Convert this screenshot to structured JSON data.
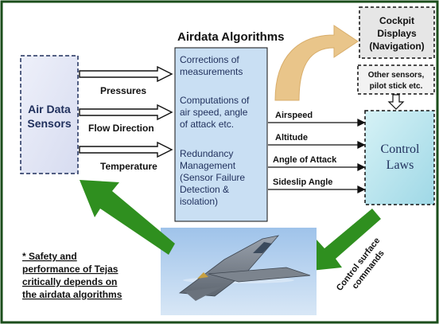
{
  "title": "Airdata Algorithms",
  "sensors": {
    "line1": "Air Data",
    "line2": "Sensors"
  },
  "inputs": [
    "Pressures",
    "Flow Direction",
    "Temperature"
  ],
  "algorithm_items": [
    [
      "Corrections of",
      "measurements"
    ],
    [
      "Computations of",
      "air speed, angle",
      "of attack etc."
    ],
    [
      "Redundancy",
      "Management",
      "(Sensor Failure",
      "Detection &",
      "isolation)"
    ]
  ],
  "outputs": [
    "Airspeed",
    "Altitude",
    "Angle of Attack",
    "Sideslip Angle"
  ],
  "cockpit": {
    "line1": "Cockpit",
    "line2": "Displays",
    "line3": "(Navigation)"
  },
  "other_sensors": {
    "line1": "Other sensors,",
    "line2": "pilot stick etc."
  },
  "control_laws": {
    "line1": "Control",
    "line2": "Laws"
  },
  "commands": {
    "line1": "Control surface",
    "line2": "commands"
  },
  "note": {
    "line1": "* Safety and",
    "line2": "performance of Tejas",
    "line3": "critically depends on",
    "line4": "the airdata algorithms"
  },
  "colors": {
    "frame": "#1a4d1a",
    "arrow_green": "#2f8f1f",
    "arrow_tan": "#e9c58a",
    "text_navy": "#1f2f5c",
    "sensor_fill": "#e4e8f6",
    "algo_fill": "#c9dff3",
    "laws_fill": "#b9e6ee"
  }
}
